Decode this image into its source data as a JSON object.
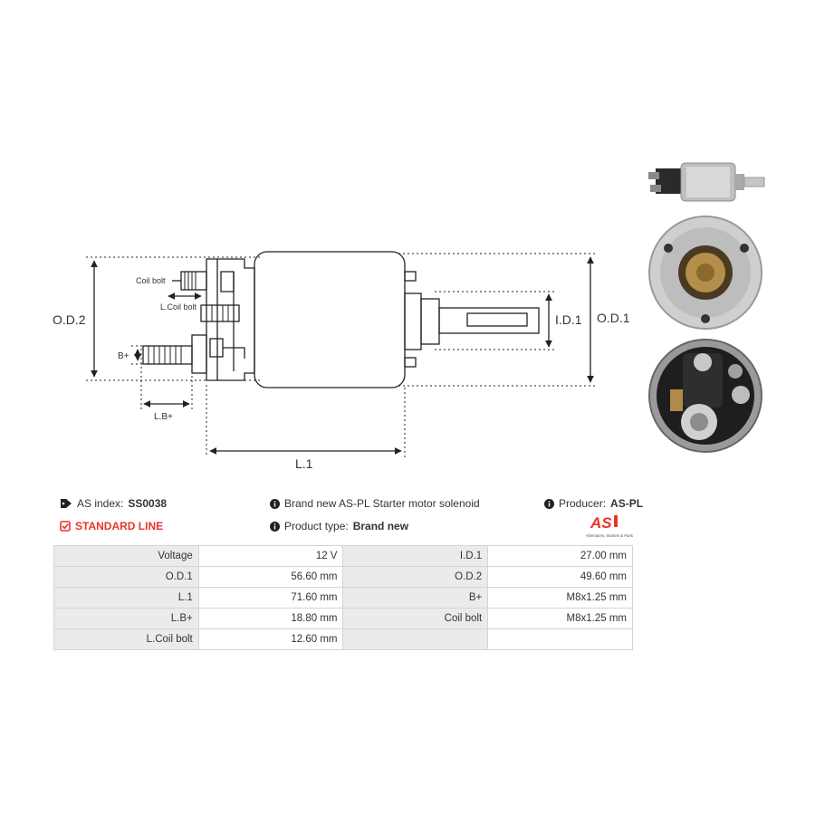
{
  "drawing": {
    "labels": {
      "od2": "O.D.2",
      "od1": "O.D.1",
      "id1": "I.D.1",
      "l1": "L.1",
      "lb": "L.B+",
      "bplus": "B+",
      "coil_bolt": "Coil bolt",
      "l_coil_bolt": "L.Coil bolt"
    }
  },
  "info": {
    "as_index_label": "AS index:",
    "as_index_value": "SS0038",
    "standard_line": "STANDARD LINE",
    "description": "Brand new AS-PL Starter motor solenoid",
    "product_type_label": "Product type:",
    "product_type_value": "Brand new",
    "producer_label": "Producer:",
    "producer_value": "AS-PL",
    "logo_text": "AS",
    "logo_tagline": "Alternators, Starters & Parts"
  },
  "specs": [
    {
      "l1": "Voltage",
      "v1": "12 V",
      "l2": "I.D.1",
      "v2": "27.00 mm"
    },
    {
      "l1": "O.D.1",
      "v1": "56.60 mm",
      "l2": "O.D.2",
      "v2": "49.60 mm"
    },
    {
      "l1": "L.1",
      "v1": "71.60 mm",
      "l2": "B+",
      "v2": "M8x1.25 mm"
    },
    {
      "l1": "L.B+",
      "v1": "18.80 mm",
      "l2": "Coil bolt",
      "v2": "M8x1.25 mm"
    },
    {
      "l1": "L.Coil bolt",
      "v1": "12.60 mm",
      "l2": "",
      "v2": ""
    }
  ],
  "colors": {
    "accent_red": "#e8352b",
    "label_bg": "#ebebeb",
    "border": "#d4d4d4"
  },
  "icons": [
    "tag-icon",
    "check-square-icon",
    "info-icon"
  ]
}
